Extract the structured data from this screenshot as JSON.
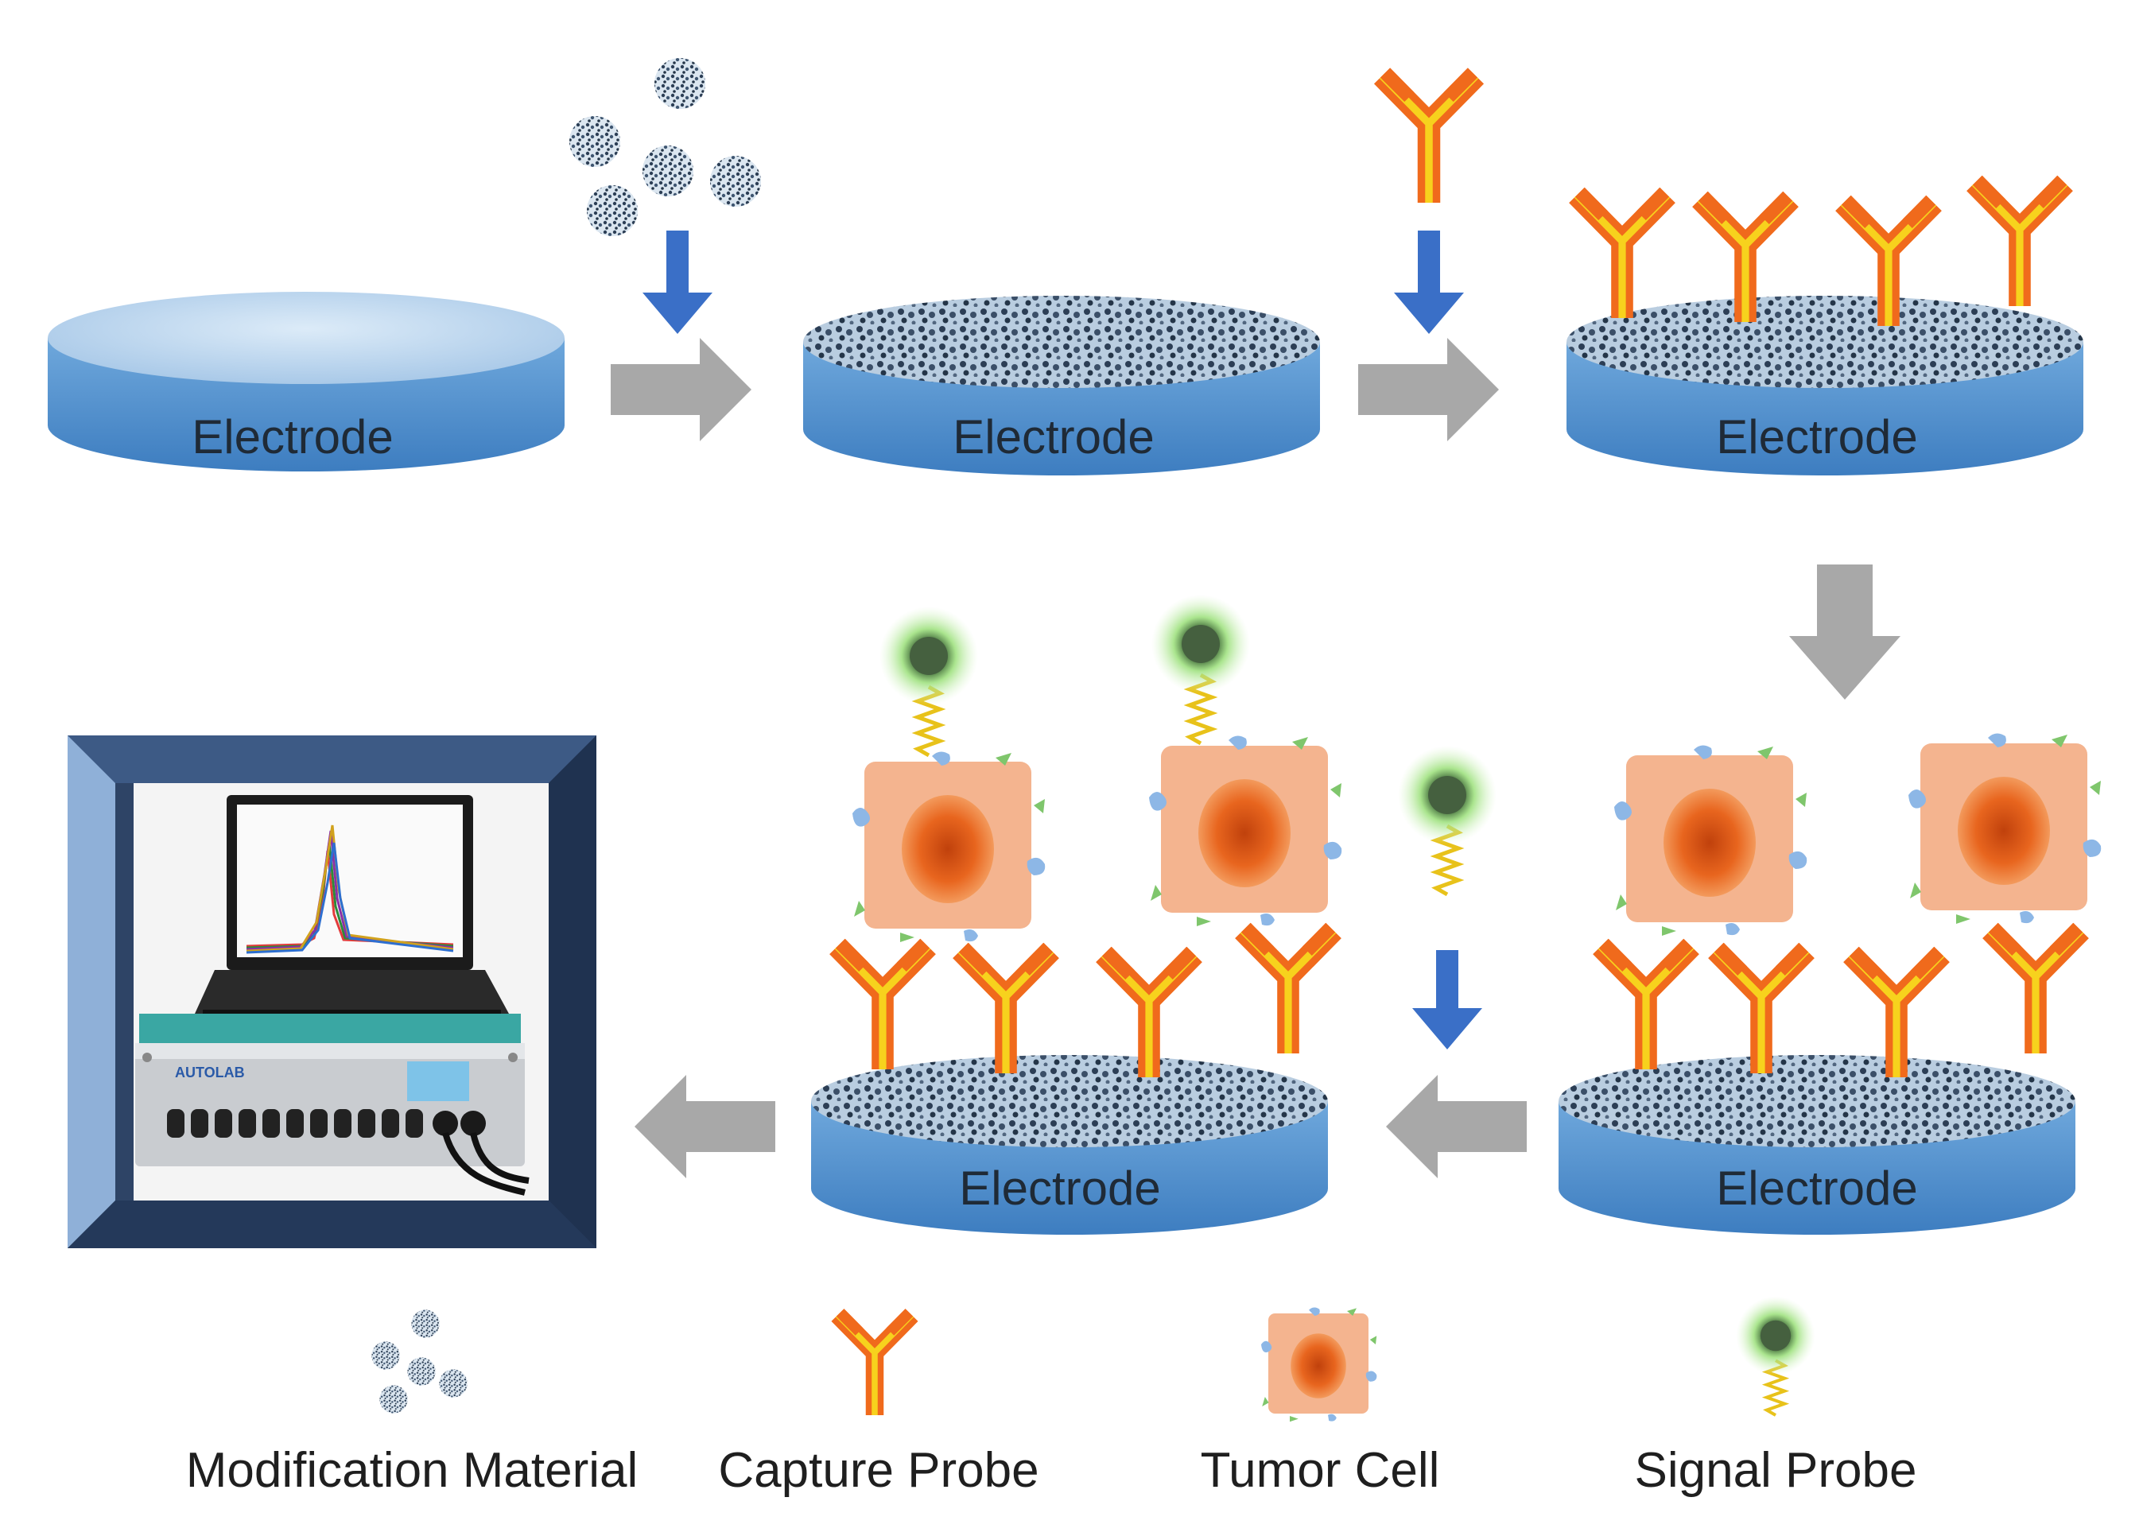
{
  "diagram": {
    "electrode_label": "Electrode",
    "instrument_brand": "AUTOLAB",
    "legend": {
      "modification_material": "Modification Material",
      "capture_probe": "Capture Probe",
      "tumor_cell": "Tumor Cell",
      "signal_probe": "Signal Probe"
    },
    "colors": {
      "electrode_top": "#bcd6ec",
      "electrode_side": "#4f8fcb",
      "gray_arrow": "#a8a8a8",
      "blue_arrow": "#3a6fc7",
      "antibody_orange": "#f06a1c",
      "antibody_yellow": "#f7d21d",
      "cell_body": "#f4b48f",
      "cell_nucleus": "#e45d1a",
      "signal_glow": "#9be07a",
      "nanomaterial": "#2c3e55",
      "frame_dark": "#2e4466",
      "frame_light": "#8fb0d8"
    }
  }
}
